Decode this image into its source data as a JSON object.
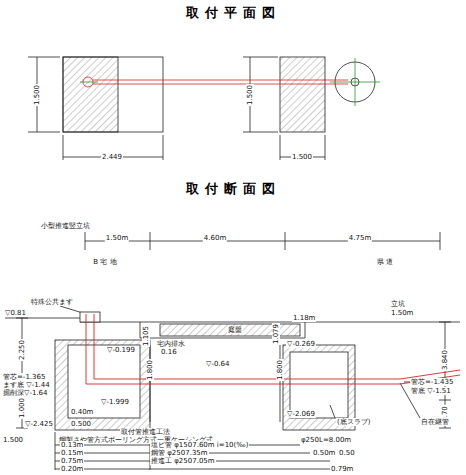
{
  "diagram": {
    "title": "取付平面図",
    "labels": [
      "取付断面図",
      "1.500",
      "1.500",
      "2.449",
      "1.500",
      "小型推進竪立坑",
      "1.50m",
      "4.60m",
      "4.75m",
      "B 宅 地",
      "県 道",
      "特殊公共ます",
      "▽0.81",
      "2.250",
      "管芯=-1.365",
      "ます底 ▽-1.44",
      "掘削深▽-1.64",
      "1.000",
      "0.40m",
      "▽-2.425",
      "▽-0.199",
      "庭盤",
      "宅内排水",
      "0.16",
      "1.105",
      "1.079",
      "1.18m",
      "立坑",
      "1.50m",
      "▽-0.64",
      "▽-0.269",
      "1.800",
      "1.800",
      "管芯=-1.435",
      "管底 ▽-1.51",
      "3.840",
      "0.70",
      "▽-1.999",
      "▽-2.069",
      "(底スラブ)",
      "自在継管",
      "取付管推進工法",
      "鋼製さや管方式ボーリング方式一重ケーシング式",
      "φ250L=8.00m",
      "1.500",
      "0.500",
      "0.13m",
      "塩ビ管 φ1507.60m i=10(‰)",
      "0.15m",
      "鋼管 φ2507.35m",
      "0.50m",
      "0.50",
      "0.75m",
      "推進工 φ2507.05m",
      "0.20m",
      "0.79m"
    ]
  }
}
